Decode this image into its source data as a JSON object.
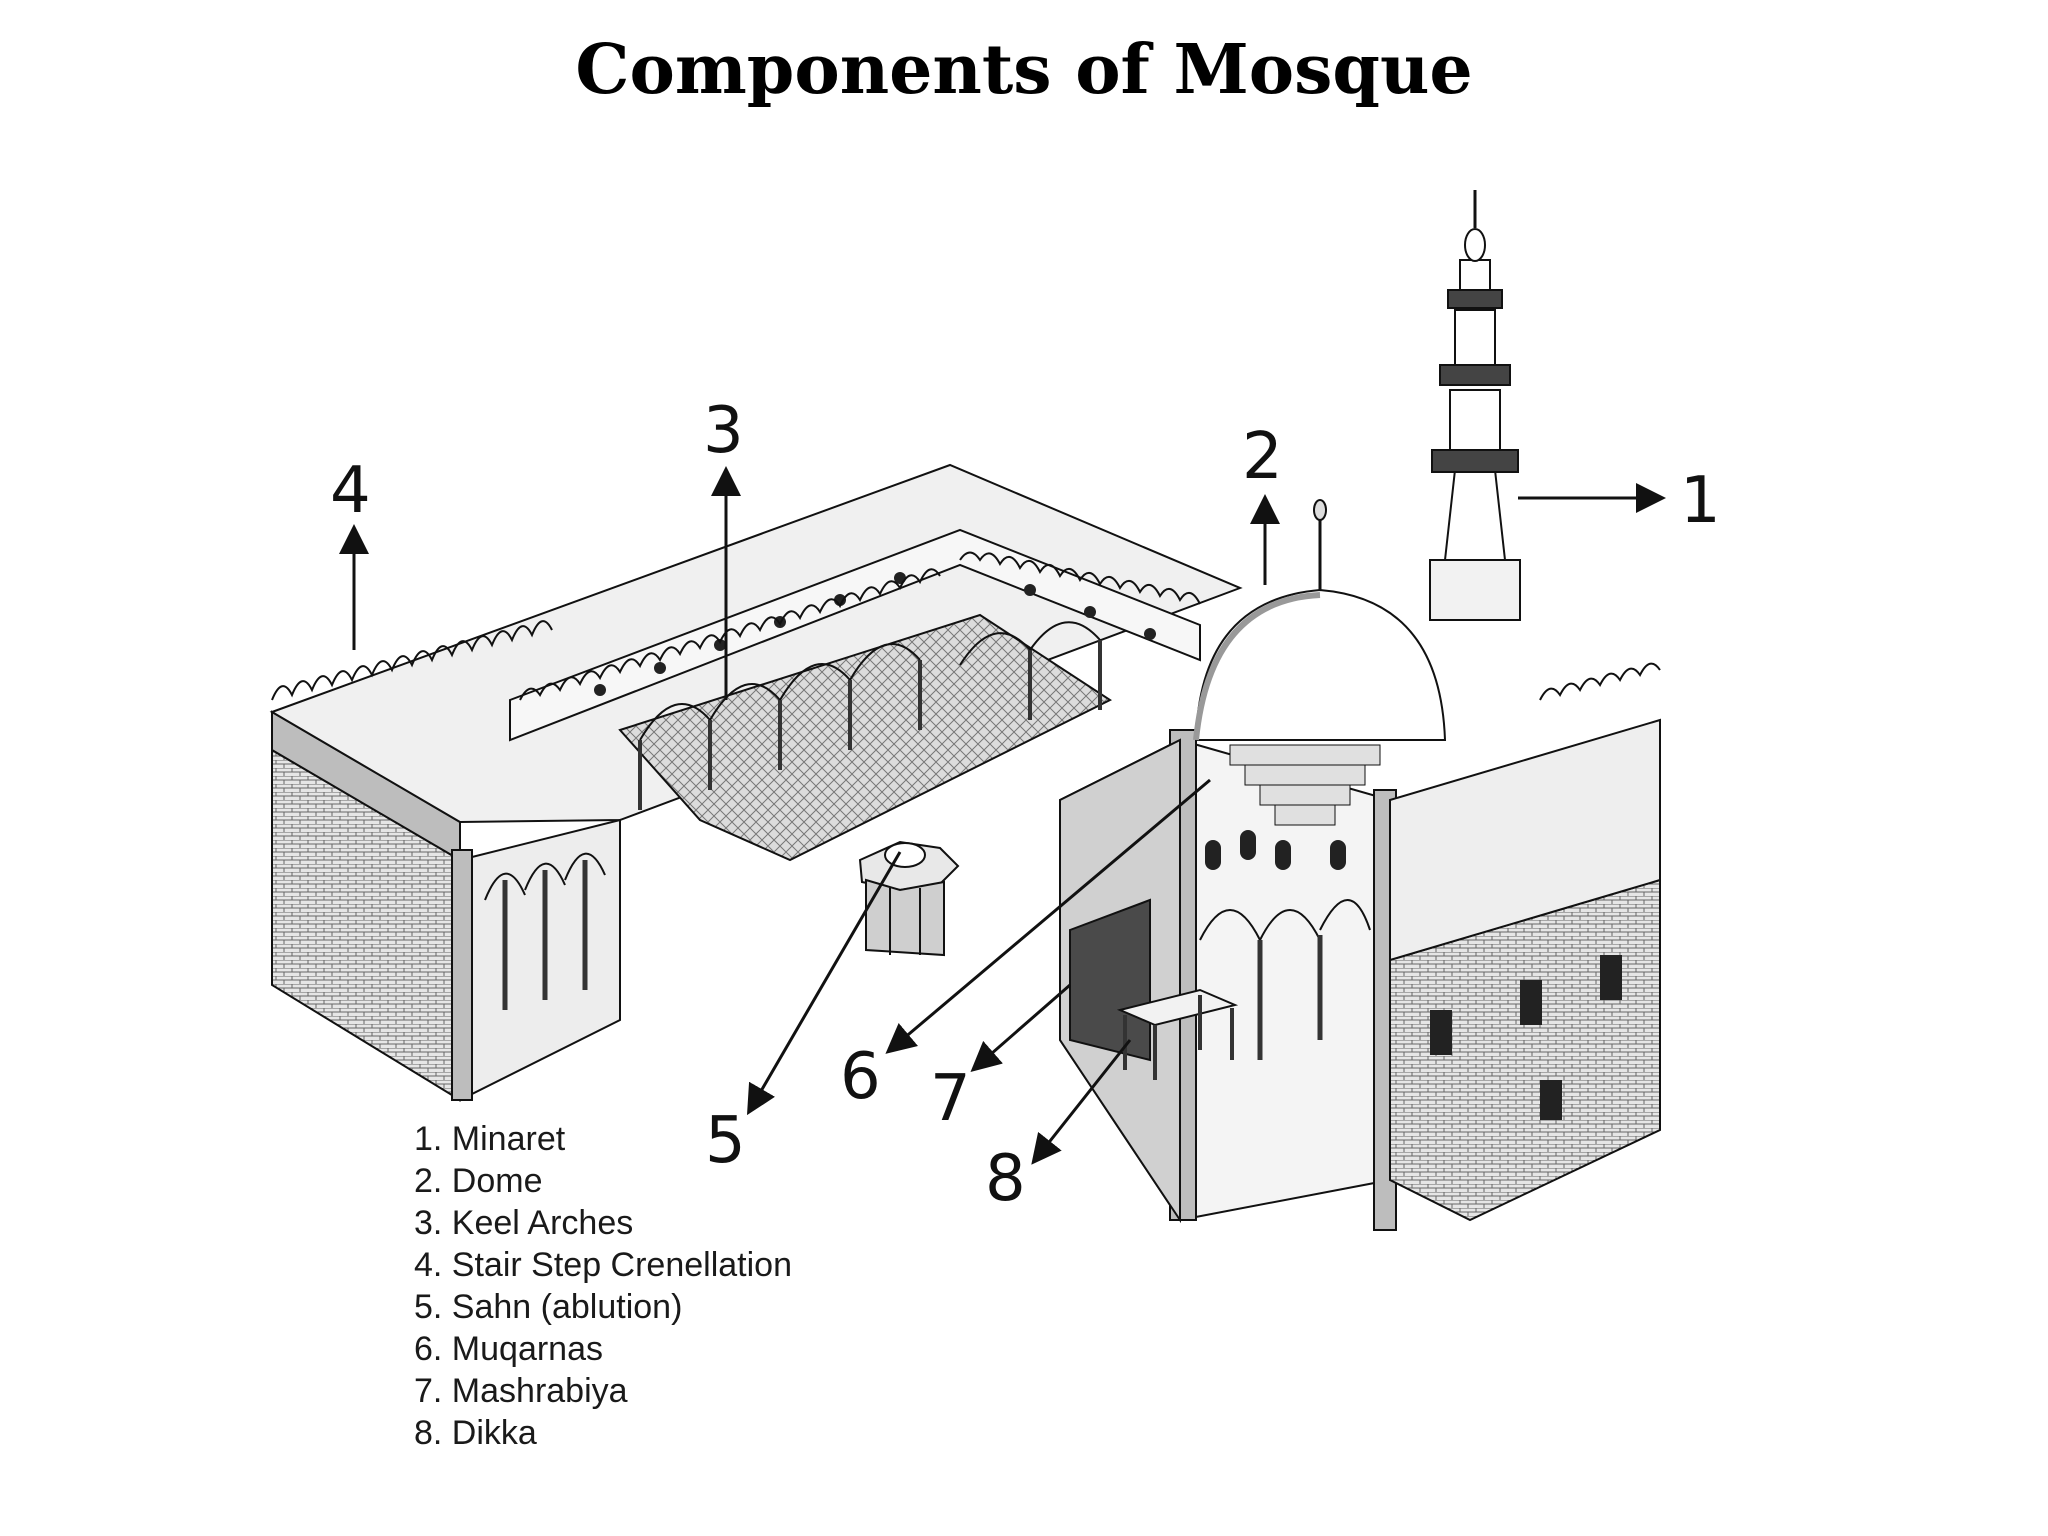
{
  "title": "Components of Mosque",
  "callouts": {
    "c1": "1",
    "c2": "2",
    "c3": "3",
    "c4": "4",
    "c5": "5",
    "c6": "6",
    "c7": "7",
    "c8": "8"
  },
  "legend": [
    "1. Minaret",
    "2. Dome",
    "3. Keel Arches",
    "4. Stair Step Crenellation",
    "5. Sahn (ablution)",
    "6. Muqarnas",
    "7. Mashrabiya",
    "8. Dikka"
  ],
  "colors": {
    "line": "#111111",
    "wall": "#bdbdbd",
    "shade": "#8a8a8a",
    "floor": "#d9d9d9"
  }
}
